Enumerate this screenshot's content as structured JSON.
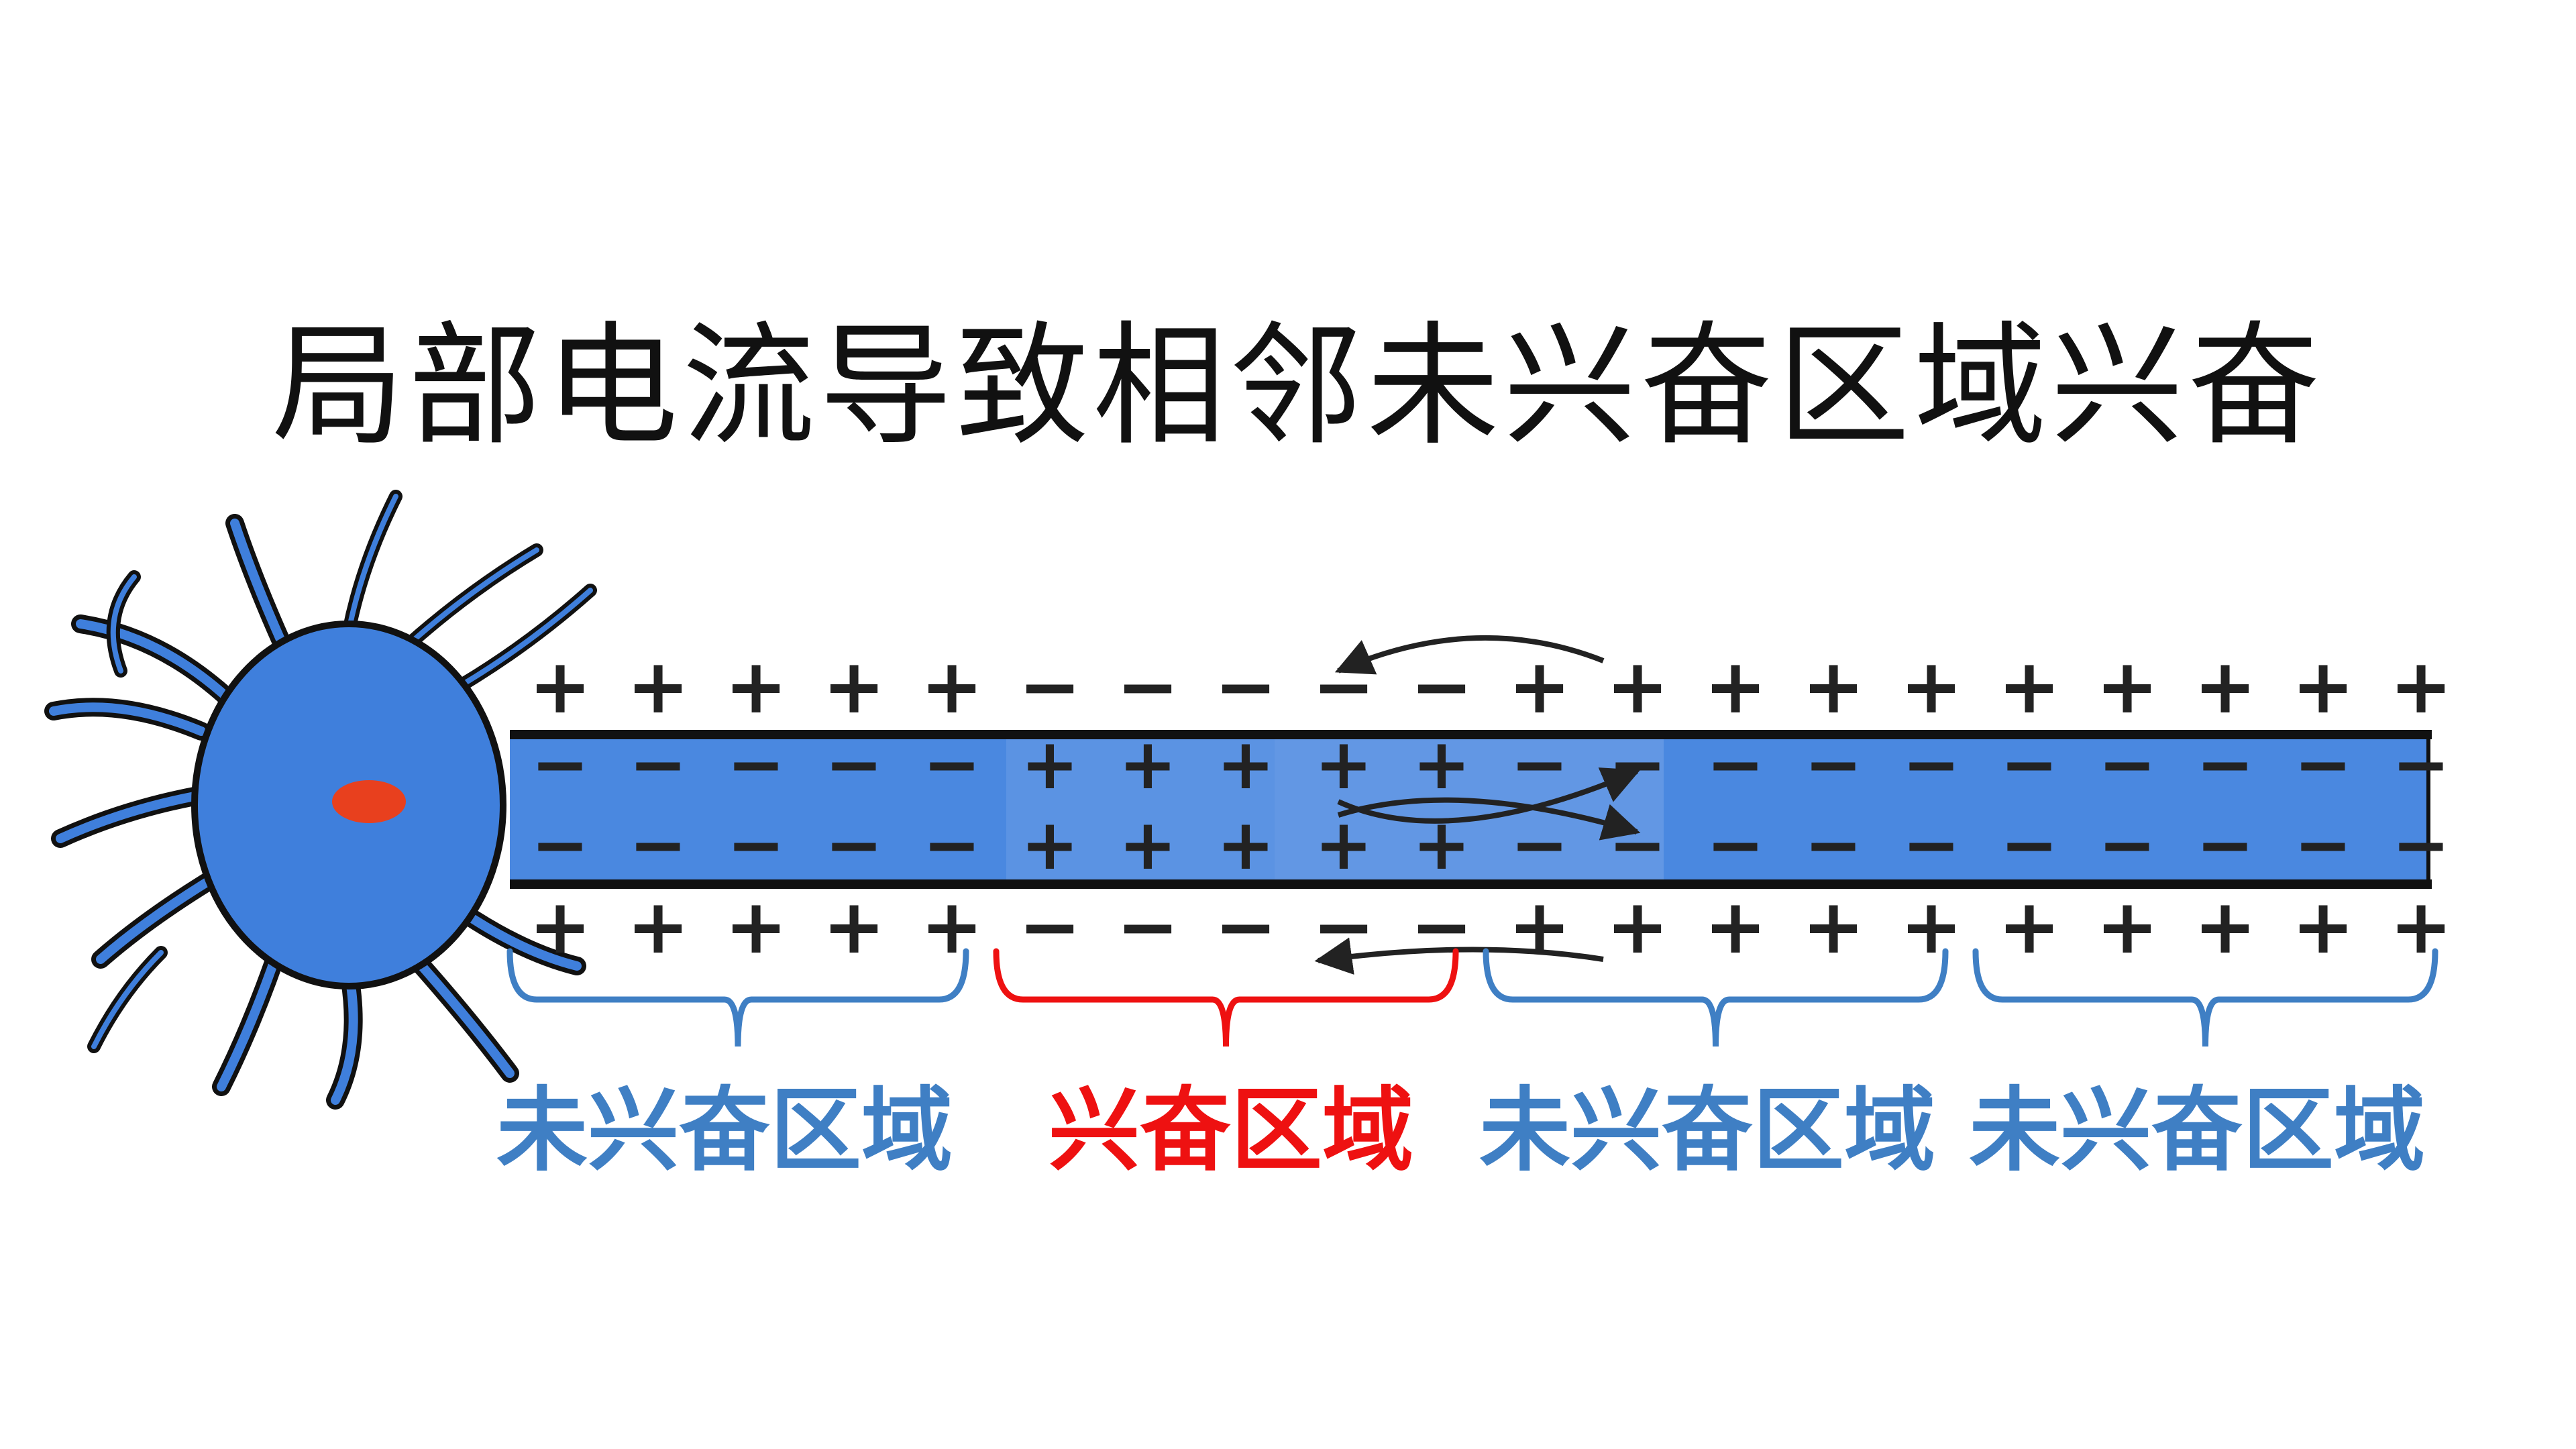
{
  "title": "局部电流导致相邻未兴奋区域兴奋",
  "colors": {
    "membrane": "#111111",
    "axon_fill": "#4a88e0",
    "axon_fill_excited": "#5b93e3",
    "soma_fill": "#3f7fdc",
    "nucleus": "#e8401e",
    "unexcited_label": "#3f7fc4",
    "excited_label": "#ee1111",
    "charge_sign": "#222222",
    "current_arrow": "#222222"
  },
  "charge_signs": {
    "positive": "+",
    "negative": "−"
  },
  "regions": [
    {
      "label": "未兴奋区域",
      "state": "unexcited"
    },
    {
      "label": "兴奋区域",
      "state": "excited"
    },
    {
      "label": "未兴奋区域",
      "state": "unexcited"
    },
    {
      "label": "未兴奋区域",
      "state": "unexcited"
    }
  ]
}
